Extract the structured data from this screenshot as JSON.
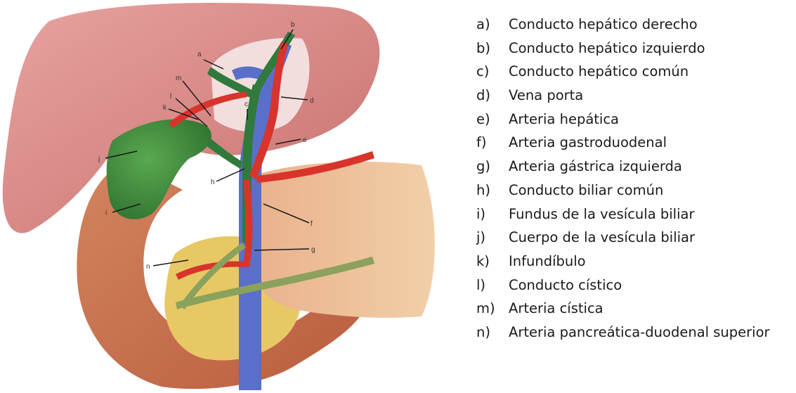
{
  "figure": {
    "labels": [
      "a",
      "b",
      "c",
      "d",
      "e",
      "f",
      "g",
      "h",
      "i",
      "j",
      "k",
      "l",
      "m",
      "n"
    ]
  },
  "legend": {
    "items": [
      {
        "letter": "a)",
        "text": "Conducto hepático derecho"
      },
      {
        "letter": "b)",
        "text": "Conducto hepático izquierdo"
      },
      {
        "letter": "c)",
        "text": "Conducto hepático común"
      },
      {
        "letter": "d)",
        "text": "Vena porta"
      },
      {
        "letter": "e)",
        "text": "Arteria hepática"
      },
      {
        "letter": "f)",
        "text": "Arteria gastroduodenal"
      },
      {
        "letter": "g)",
        "text": "Arteria gástrica izquierda"
      },
      {
        "letter": "h)",
        "text": "Conducto biliar común"
      },
      {
        "letter": "i)",
        "text": "Fundus de la vesícula biliar"
      },
      {
        "letter": "j)",
        "text": "Cuerpo de la vesícula biliar"
      },
      {
        "letter": "k)",
        "text": "Infundíbulo"
      },
      {
        "letter": "l)",
        "text": "Conducto cístico"
      },
      {
        "letter": "m)",
        "text": "Arteria cística"
      },
      {
        "letter": "n)",
        "text": "Arteria pancreática-duodenal superior"
      }
    ]
  },
  "colors": {
    "liver": "#d98a86",
    "liver_dark": "#b8605e",
    "gallbladder": "#3f8a3a",
    "bile_duct": "#2f7a3c",
    "portal_vein": "#5a6fc9",
    "artery": "#d8342c",
    "stomach": "#eab791",
    "duodenum": "#c9704e",
    "pancreas": "#e6c75a"
  }
}
